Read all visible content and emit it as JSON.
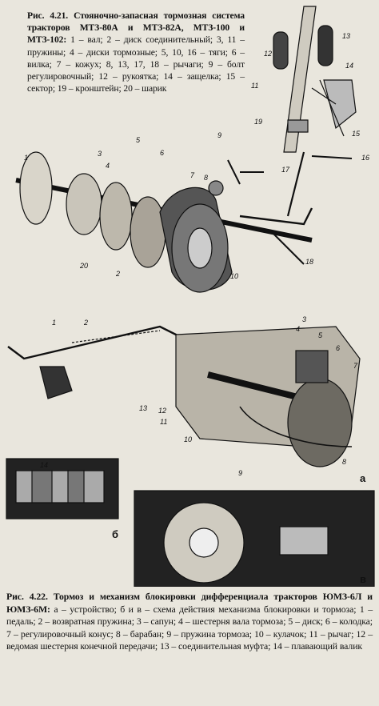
{
  "fig421": {
    "caption_title": "Рис. 4.21. Стояночно-запасная тормозная система тракторов МТЗ-80А и МТЗ-82А, МТЗ-100 и МТЗ-102:",
    "caption_body": "1 – вал; 2 – диск соединительный; 3, 11 – пружины; 4 – диски тормозные; 5, 10, 16 – тяги; 6 – вилка; 7 – кожух; 8, 13, 17, 18 – рычаги; 9 – болт регулировочный; 12 – рукоятка; 14 – защелка; 15 – сектор; 19 – кронштейн; 20 – шарик",
    "callouts": [
      "1",
      "2",
      "3",
      "4",
      "5",
      "6",
      "7",
      "8",
      "9",
      "10",
      "11",
      "12",
      "13",
      "14",
      "15",
      "16",
      "17",
      "18",
      "19",
      "20"
    ]
  },
  "fig422": {
    "caption_title": "Рис. 4.22. Тормоз и механизм блокировки дифференциала тракторов ЮМЗ-6Л и ЮМЗ-6М:",
    "caption_body": "а – устройство; б и в – схема действия механизма блокировки и тормоза; 1 – педаль; 2 – возвратная пружина; 3 – сапун; 4 – шестерня вала тормоза; 5 – диск; 6 – колодка; 7 – регулировочный конус; 8 – барабан; 9 – пружина тормоза; 10 – кулачок; 11 – рычаг; 12 – ведомая шестерня конечной передачи; 13 – соединительная муфта; 14 – плавающий валик",
    "panel_labels": {
      "a": "а",
      "b": "б",
      "v": "в"
    },
    "callouts": [
      "1",
      "2",
      "3",
      "4",
      "5",
      "6",
      "7",
      "8",
      "9",
      "10",
      "11",
      "12",
      "13",
      "14"
    ]
  }
}
